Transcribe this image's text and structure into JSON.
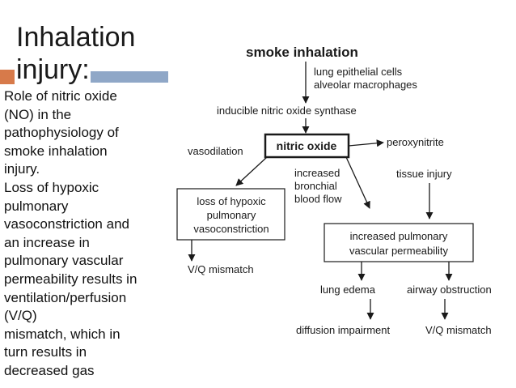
{
  "slide": {
    "title_line1": "Inhalation",
    "title_line2": "injury:",
    "body_text": "Role of nitric oxide\n(NO) in the\npathophysiology of\nsmoke inhalation\ninjury.\nLoss of hypoxic\npulmonary\nvasoconstriction and\nan increase in\npulmonary vascular\npermeability results in\nventilation/perfusion\n(V/Q)\nmismatch, which in\nturn results in\ndecreased gas",
    "colors": {
      "accent_orange": "#d77a4a",
      "accent_blue": "#8fa7c7"
    }
  },
  "diagram": {
    "smoke_inhalation": "smoke inhalation",
    "lung_cells": "lung epithelial cells",
    "alveolar_macrophages": "alveolar macrophages",
    "inos": "inducible nitric oxide synthase",
    "nitric_oxide": "nitric oxide",
    "vasodilation": "vasodilation",
    "peroxynitrite": "peroxynitrite",
    "increased_flow_1": "increased",
    "increased_flow_2": "bronchial",
    "increased_flow_3": "blood flow",
    "tissue_injury": "tissue injury",
    "loss_hpv_1": "loss of hypoxic",
    "loss_hpv_2": "pulmonary",
    "loss_hpv_3": "vasoconstriction",
    "vq_mismatch_left": "V/Q mismatch",
    "perm_1": "increased pulmonary",
    "perm_2": "vascular permeability",
    "lung_edema": "lung edema",
    "airway_obstruction": "airway obstruction",
    "diffusion_impairment": "diffusion impairment",
    "vq_mismatch_right": "V/Q mismatch"
  }
}
